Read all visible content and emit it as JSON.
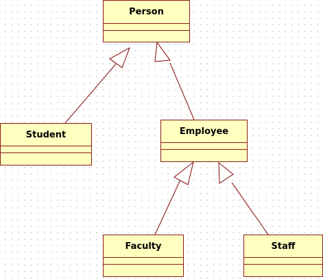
{
  "diagram": {
    "classes": {
      "person": {
        "name": "Person"
      },
      "student": {
        "name": "Student"
      },
      "employee": {
        "name": "Employee"
      },
      "faculty": {
        "name": "Faculty"
      },
      "staff": {
        "name": "Staff"
      }
    },
    "relationships": [
      {
        "type": "generalization",
        "from": "Student",
        "to": "Person"
      },
      {
        "type": "generalization",
        "from": "Employee",
        "to": "Person"
      },
      {
        "type": "generalization",
        "from": "Faculty",
        "to": "Employee"
      },
      {
        "type": "generalization",
        "from": "Staff",
        "to": "Employee"
      }
    ],
    "colors": {
      "class_fill": "#ffffc0",
      "class_border": "#8b1a1a",
      "connector": "#8b1a1a"
    }
  }
}
